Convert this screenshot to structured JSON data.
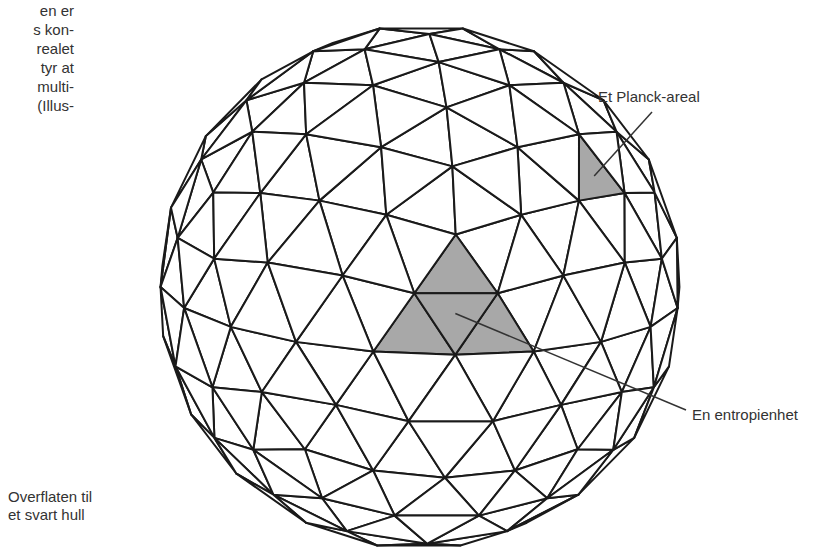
{
  "diagram": {
    "labels": [
      "en er",
      "s kon-",
      "realet",
      "tyr at",
      "multi-",
      "(Illus-",
      "Et Planck-areal",
      "En entropienhet",
      "Overflaten til et svart hull"
    ]
  }
}
